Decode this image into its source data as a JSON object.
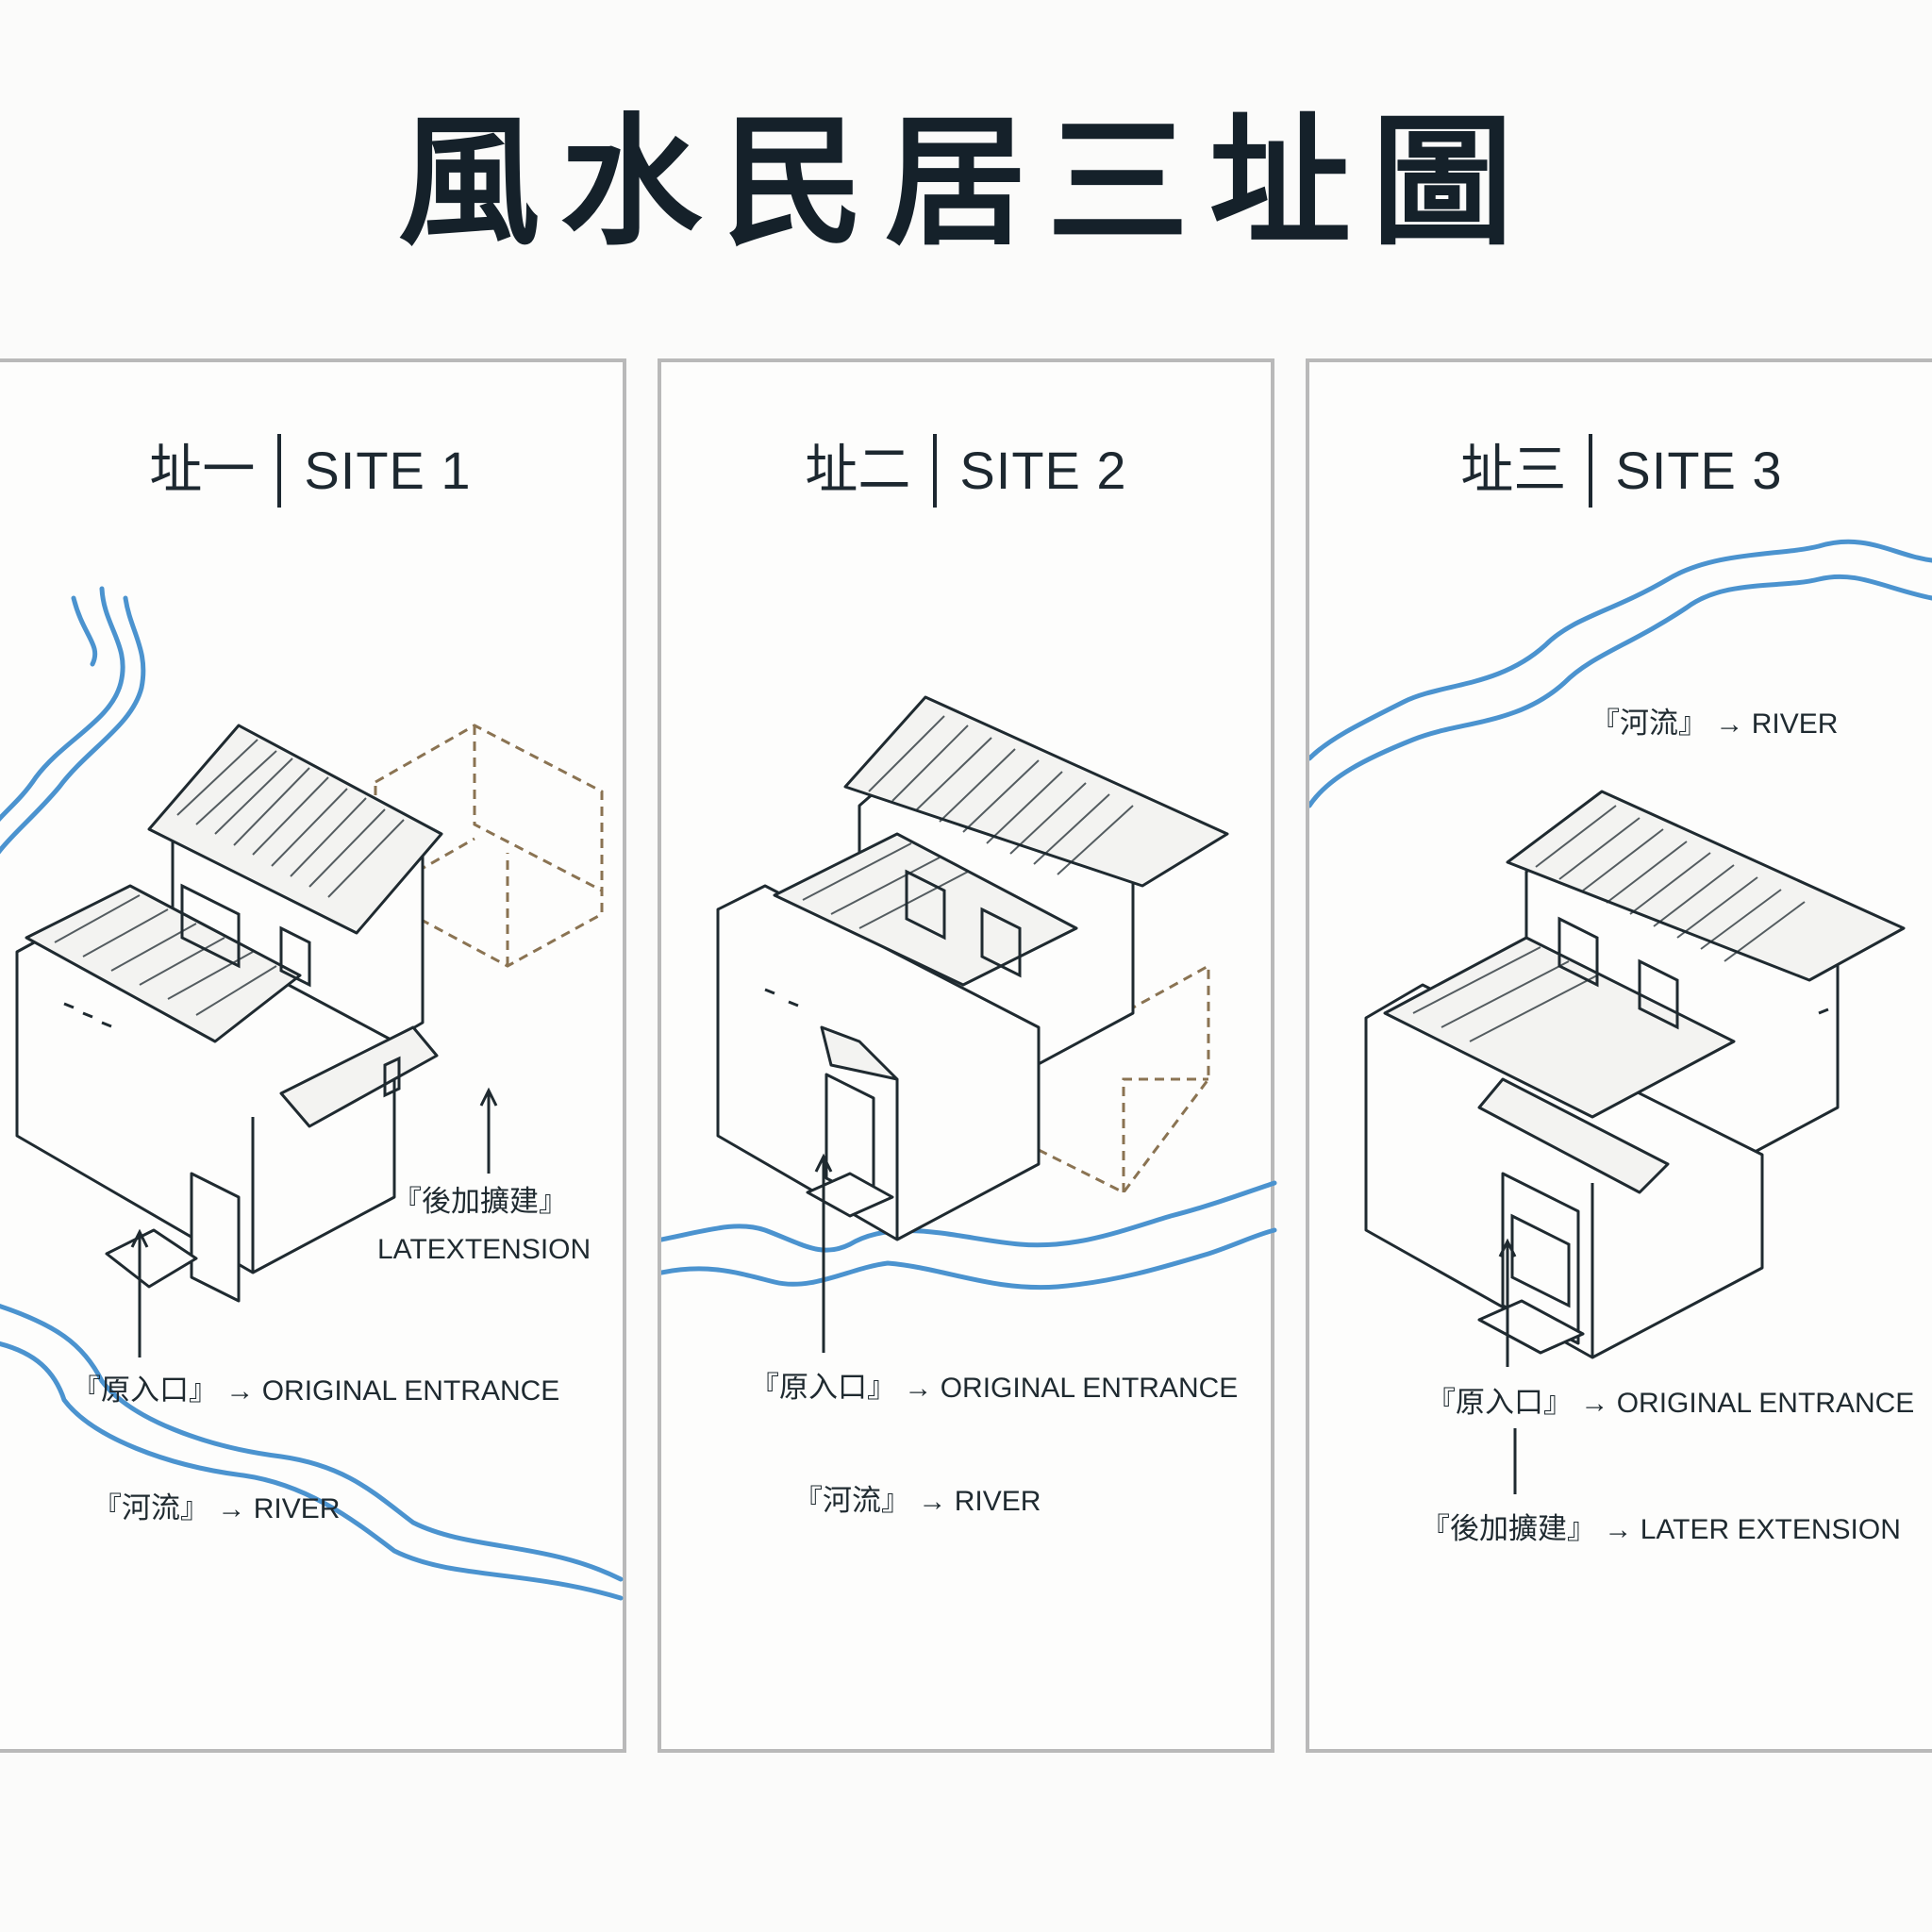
{
  "title": "風水民居三址圖",
  "arrow": "→",
  "sites": [
    {
      "header_zh": "址一",
      "header_en": "SITE 1",
      "labels": {
        "extension_zh": "『後加擴建』",
        "extension_en": "LATEXTENSION",
        "entrance_zh": "『原入口』",
        "entrance_en": "ORIGINAL ENTRANCE",
        "river_zh": "『河流』",
        "river_en": "RIVER"
      }
    },
    {
      "header_zh": "址二",
      "header_en": "SITE 2",
      "labels": {
        "entrance_zh": "『原入口』",
        "entrance_en": "ORIGINAL ENTRANCE",
        "river_zh": "『河流』",
        "river_en": "RIVER"
      }
    },
    {
      "header_zh": "址三",
      "header_en": "SITE 3",
      "labels": {
        "river_zh": "『河流』",
        "river_en": "RIVER",
        "entrance_zh": "『原入口』",
        "entrance_en": "ORIGINAL ENTRANCE",
        "extension_zh": "『後加擴建』",
        "extension_en": "LATER EXTENSION"
      }
    }
  ],
  "colors": {
    "ink": "#1f2a30",
    "river": "#4b93cf",
    "extension_dashed": "#8a7352",
    "panel_border": "#b9b9b9"
  }
}
